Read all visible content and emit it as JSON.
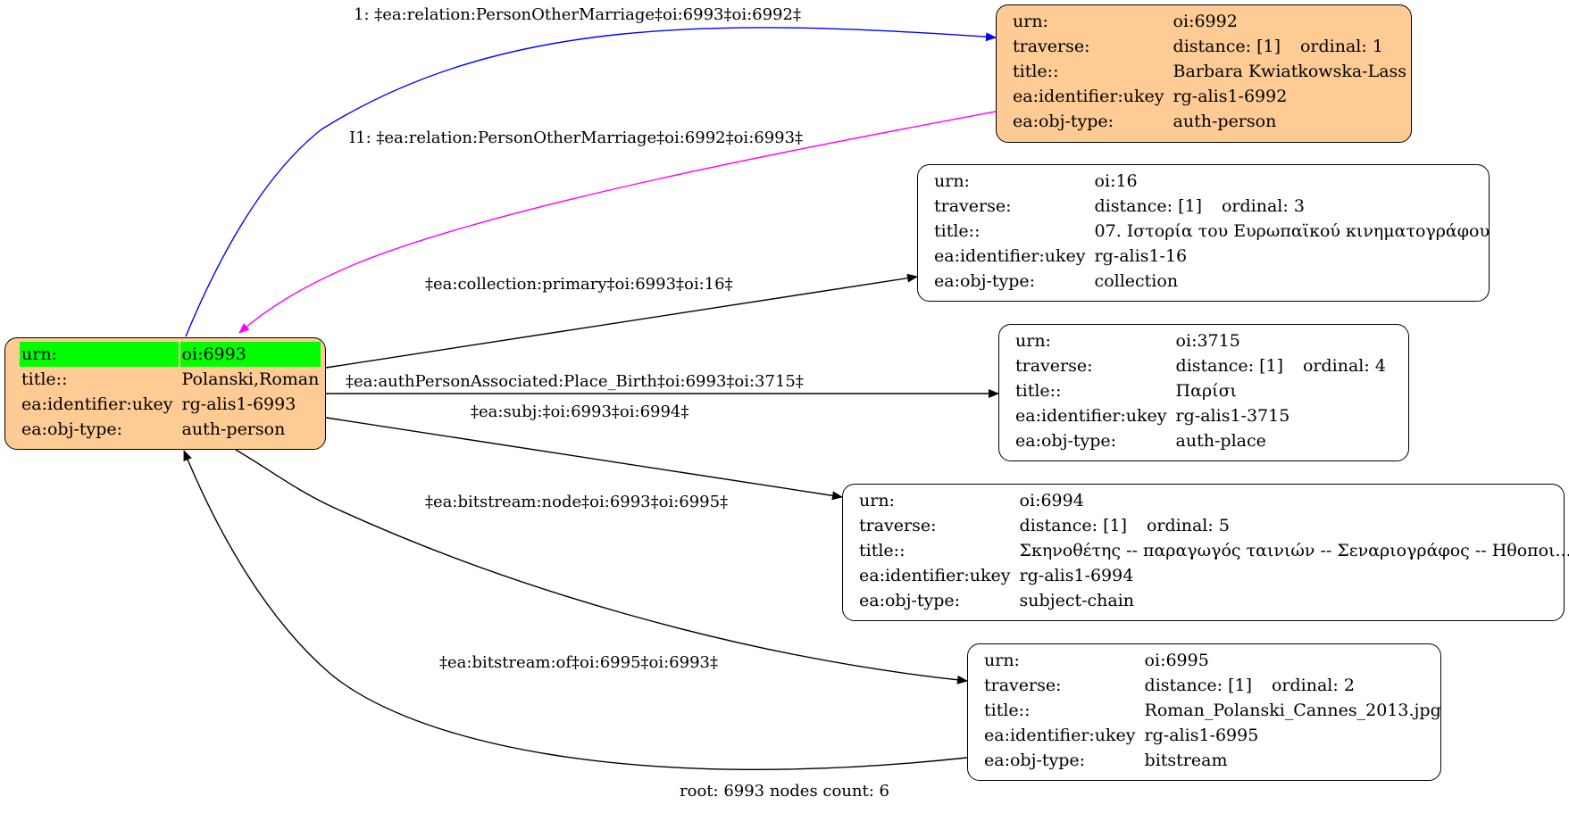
{
  "nodes": {
    "n6993": {
      "rows": [
        {
          "key": "urn:",
          "value": "oi:6993"
        },
        {
          "key": "title::",
          "value": "Polanski,Roman"
        },
        {
          "key": "ea:identifier:ukey",
          "value": "rg-alis1-6993"
        },
        {
          "key": "ea:obj-type:",
          "value": "auth-person"
        }
      ]
    },
    "n6992": {
      "rows": [
        {
          "key": "urn:",
          "value": "oi:6992"
        },
        {
          "key": "traverse:",
          "value": "distance: [1]",
          "extra": "ordinal: 1"
        },
        {
          "key": "title::",
          "value": "Barbara Kwiatkowska-Lass"
        },
        {
          "key": "ea:identifier:ukey",
          "value": "rg-alis1-6992"
        },
        {
          "key": "ea:obj-type:",
          "value": "auth-person"
        }
      ]
    },
    "n16": {
      "rows": [
        {
          "key": "urn:",
          "value": "oi:16"
        },
        {
          "key": "traverse:",
          "value": "distance: [1]",
          "extra": "ordinal: 3"
        },
        {
          "key": "title::",
          "value": "07. Ιστορία του Ευρωπαϊκού κινηματογράφου"
        },
        {
          "key": "ea:identifier:ukey",
          "value": "rg-alis1-16"
        },
        {
          "key": "ea:obj-type:",
          "value": "collection"
        }
      ]
    },
    "n3715": {
      "rows": [
        {
          "key": "urn:",
          "value": "oi:3715"
        },
        {
          "key": "traverse:",
          "value": "distance: [1]",
          "extra": "ordinal: 4"
        },
        {
          "key": "title::",
          "value": "Παρίσι"
        },
        {
          "key": "ea:identifier:ukey",
          "value": "rg-alis1-3715"
        },
        {
          "key": "ea:obj-type:",
          "value": "auth-place"
        }
      ]
    },
    "n6994": {
      "rows": [
        {
          "key": "urn:",
          "value": "oi:6994"
        },
        {
          "key": "traverse:",
          "value": "distance: [1]",
          "extra": "ordinal: 5"
        },
        {
          "key": "title::",
          "value": "Σκηνοθέτης -- παραγωγός ταινιών -- Σεναριογράφος -- Ηθοποι..."
        },
        {
          "key": "ea:identifier:ukey",
          "value": "rg-alis1-6994"
        },
        {
          "key": "ea:obj-type:",
          "value": "subject-chain"
        }
      ]
    },
    "n6995": {
      "rows": [
        {
          "key": "urn:",
          "value": "oi:6995"
        },
        {
          "key": "traverse:",
          "value": "distance: [1]",
          "extra": "ordinal: 2"
        },
        {
          "key": "title::",
          "value": "Roman_Polanski_Cannes_2013.jpg"
        },
        {
          "key": "ea:identifier:ukey",
          "value": "rg-alis1-6995"
        },
        {
          "key": "ea:obj-type:",
          "value": "bitstream"
        }
      ]
    }
  },
  "edges": {
    "marriage_out": "1: ‡ea:relation:PersonOtherMarriage‡oi:6993‡oi:6992‡",
    "marriage_in": "I1: ‡ea:relation:PersonOtherMarriage‡oi:6992‡oi:6993‡",
    "collection": "‡ea:collection:primary‡oi:6993‡oi:16‡",
    "birth_place": "‡ea:authPersonAssociated:Place_Birth‡oi:6993‡oi:3715‡",
    "subject": "‡ea:subj:‡oi:6993‡oi:6994‡",
    "bitstream_node": "‡ea:bitstream:node‡oi:6993‡oi:6995‡",
    "bitstream_of": "‡ea:bitstream:of‡oi:6995‡oi:6993‡"
  },
  "colors": {
    "root_fill": "#fecb95",
    "highlight": "#00ff00",
    "edge_marriage_out": "#0000ff",
    "edge_marriage_in": "#ff00ff",
    "edge_default": "#000000"
  },
  "footer": "root: 6993 nodes count: 6"
}
